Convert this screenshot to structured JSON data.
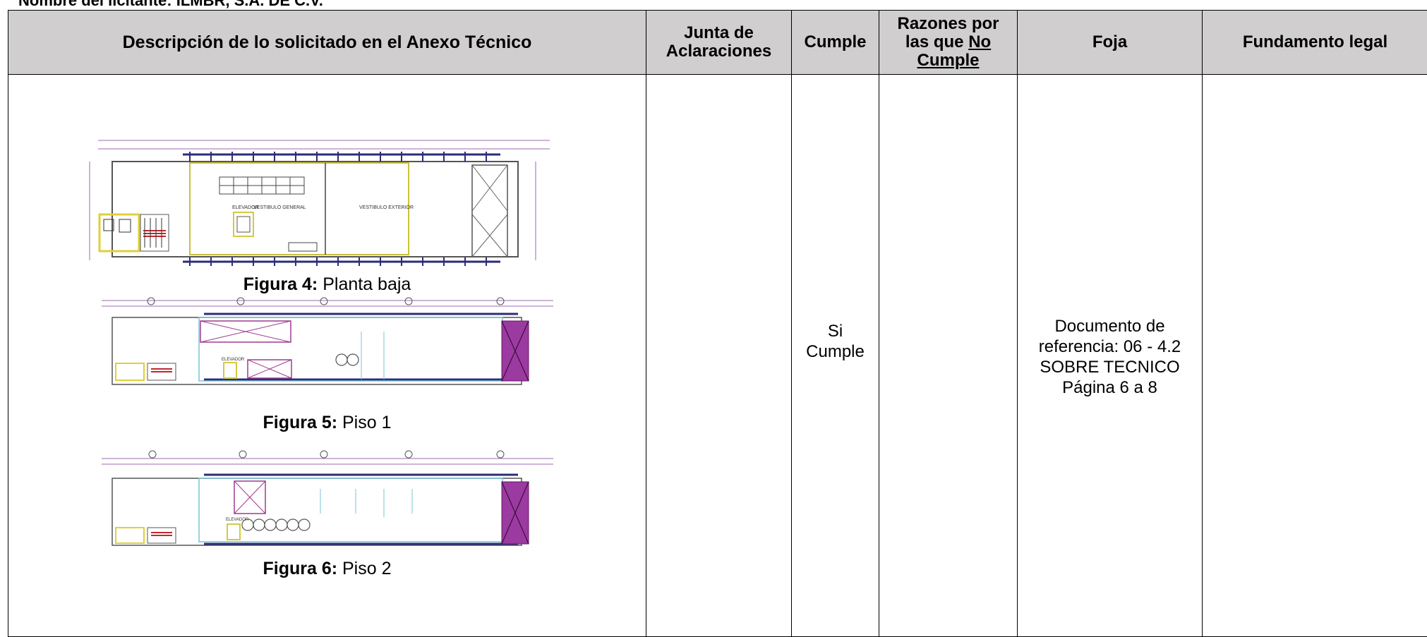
{
  "document": {
    "top_label": "Nombre del licitante: ILMBR, S.A. DE C.V."
  },
  "table": {
    "headers": {
      "descripcion": "Descripción de lo solicitado en el Anexo Técnico",
      "junta_line1": "Junta de",
      "junta_line2": "Aclaraciones",
      "cumple": "Cumple",
      "razones_line1": "Razones por",
      "razones_line2": "las que",
      "razones_no": "No",
      "razones_line3": "Cumple",
      "foja": "Foja",
      "fundamento": "Fundamento legal"
    },
    "row": {
      "junta": "",
      "cumple_line1": "Si",
      "cumple_line2": "Cumple",
      "razones": "",
      "foja_line1": "Documento de",
      "foja_line2": "referencia: 06 - 4.2",
      "foja_line3": "SOBRE TECNICO",
      "foja_line4": "Página 6 a 8",
      "fundamento": ""
    },
    "figures": [
      {
        "label": "Figura 4:",
        "text": " Planta baja",
        "plan_labels": [
          "ELEVADOR",
          "VESTIBULO GENERAL",
          "VESTIBULO EXTERIOR"
        ]
      },
      {
        "label": "Figura 5:",
        "text": " Piso 1",
        "plan_labels": [
          "ELEVADOR"
        ]
      },
      {
        "label": "Figura 6:",
        "text": " Piso 2",
        "plan_labels": [
          "ELEVADOR"
        ]
      }
    ]
  }
}
